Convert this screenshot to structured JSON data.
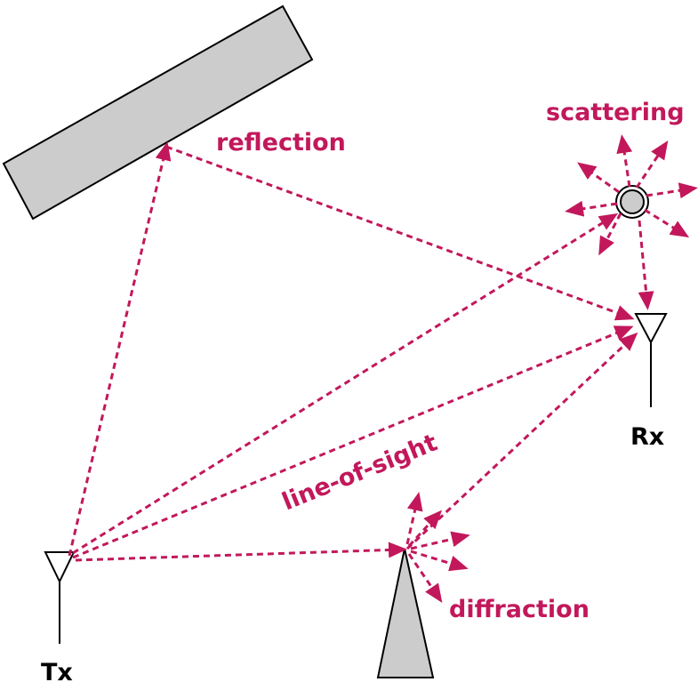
{
  "colors": {
    "ray": "#c2185b",
    "object_fill": "#cccccc",
    "outline": "#000000",
    "label_text": "#000000"
  },
  "labels": {
    "reflection": "reflection",
    "scattering": "scattering",
    "line_of_sight": "line-of-sight",
    "diffraction": "diffraction",
    "tx": "Tx",
    "rx": "Rx"
  }
}
